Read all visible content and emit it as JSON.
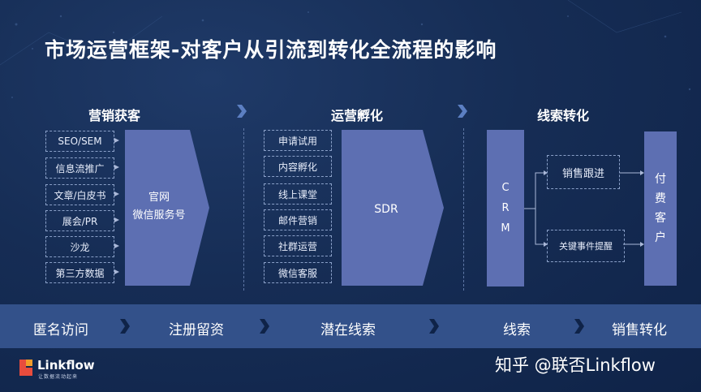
{
  "title": "市场运营框架-对客户从引流到转化全流程的影响",
  "sections": {
    "s1": "营销获客",
    "s2": "运营孵化",
    "s3": "线索转化"
  },
  "channels": [
    "SEO/SEM",
    "信息流推广",
    "文章/白皮书",
    "展会/PR",
    "沙龙",
    "第三方数据"
  ],
  "hub1": {
    "line1": "官网",
    "line2": "微信服务号"
  },
  "nurture": [
    "申请试用",
    "内容孵化",
    "线上课堂",
    "邮件营销",
    "社群运营",
    "微信客服"
  ],
  "hub2": "SDR",
  "crm": [
    "C",
    "R",
    "M"
  ],
  "actions": {
    "follow": "销售跟进",
    "reminder": "关键事件提醒"
  },
  "paying": [
    "付",
    "费",
    "客",
    "户"
  ],
  "flow": [
    "匿名访问",
    "注册留资",
    "潜在线索",
    "线索",
    "销售转化"
  ],
  "logo": {
    "name": "Linkflow",
    "tagline": "让数据流动起来"
  },
  "watermark": "知乎 @联否Linkflow",
  "colors": {
    "background": "#162d55",
    "block": "#5d6fb2",
    "flowbar": "#33518a",
    "accent": "#e84c3d"
  }
}
